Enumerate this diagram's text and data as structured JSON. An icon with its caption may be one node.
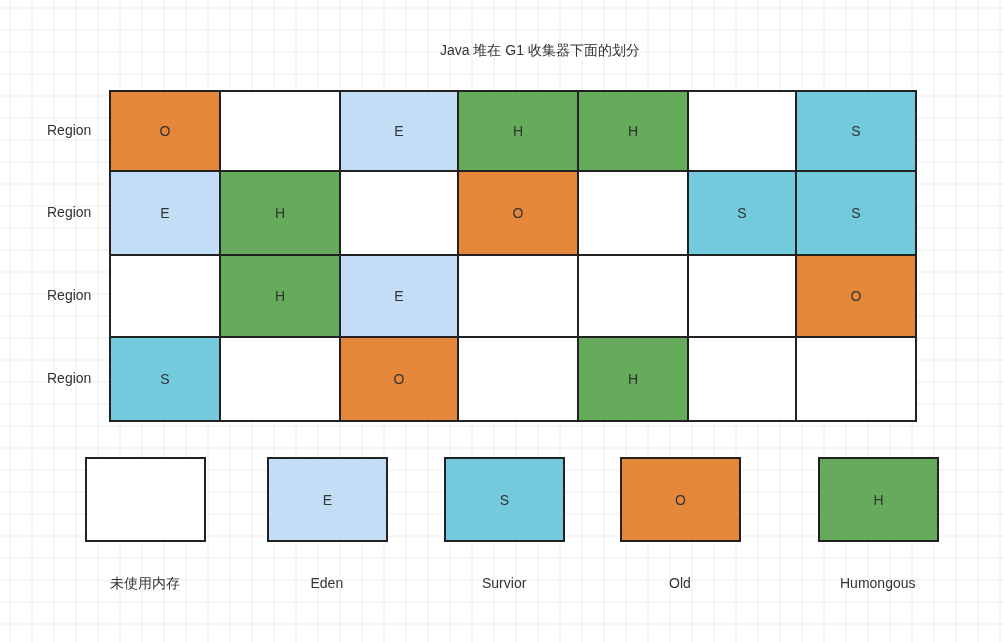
{
  "diagram": {
    "title": "Java 堆在 G1 收集器下面的划分",
    "nodes": [
      {
        "text": [
          "O"
        ]
      },
      {
        "text": [],
        "shape": "box"
      },
      {
        "text": [
          "E"
        ]
      },
      {
        "text": [
          "H"
        ]
      },
      {
        "text": [
          "H"
        ]
      },
      {
        "text": [],
        "shape": "box"
      },
      {
        "text": [
          "S"
        ]
      },
      {
        "text": [
          "E"
        ]
      },
      {
        "text": [
          "H"
        ]
      },
      {
        "text": [],
        "shape": "box"
      },
      {
        "text": [
          "O"
        ]
      },
      {
        "text": [],
        "shape": "box"
      },
      {
        "text": [
          "S"
        ]
      },
      {
        "text": [
          "S"
        ]
      },
      {
        "text": [],
        "shape": "box"
      },
      {
        "text": [
          "H"
        ]
      },
      {
        "text": [
          "E"
        ]
      },
      {
        "text": [],
        "shape": "box"
      },
      {
        "text": [],
        "shape": "box"
      },
      {
        "text": [],
        "shape": "box"
      },
      {
        "text": [
          "O"
        ]
      },
      {
        "text": [
          "S"
        ]
      },
      {
        "text": [],
        "shape": "box"
      },
      {
        "text": [
          "O"
        ]
      },
      {
        "text": [],
        "shape": "box"
      },
      {
        "text": [
          "H"
        ]
      },
      {
        "text": [],
        "shape": "box"
      },
      {
        "text": [],
        "shape": "box"
      }
    ],
    "labels": [
      "Region",
      "Region",
      "Region",
      "Region",
      "E",
      "S",
      "O",
      "H"
    ],
    "legend": [
      {
        "text": "未使用内存",
        "color": "#ffffff"
      },
      {
        "text": "Eden",
        "color": "#c4ddf6"
      },
      {
        "text": "Survior",
        "color": "#74cadd"
      },
      {
        "text": "Old",
        "color": "#e5873a"
      },
      {
        "text": "Humongous",
        "color": "#66ab5b"
      }
    ]
  }
}
